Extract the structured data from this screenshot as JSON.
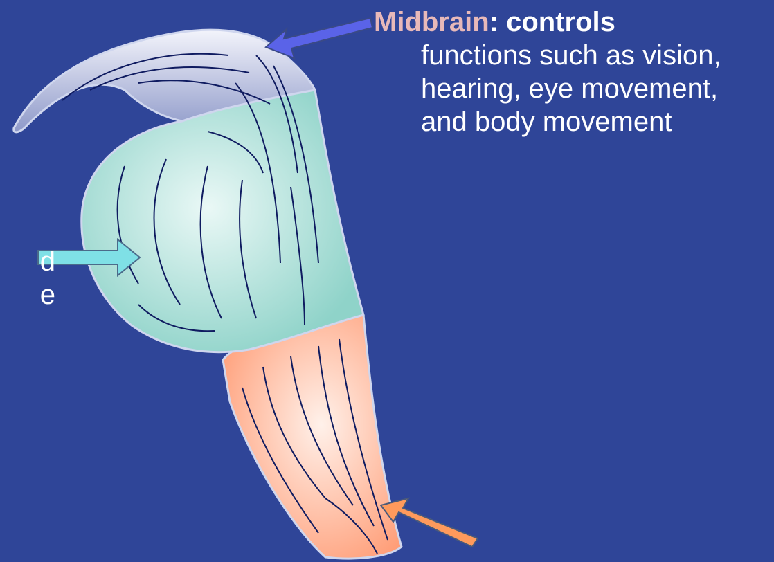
{
  "midbrain": {
    "term": "Midbrain",
    "heading_rest": ": controls",
    "description": "functions such as vision, hearing, eye movement, and body movement"
  },
  "left_partial": {
    "line1": "d",
    "line2": "e"
  },
  "colors": {
    "background": "#2f4598",
    "midbrain_term": "#e8b9b9",
    "cerebellum_fill": "#8fd3c9",
    "midbrain_fill": "#9aa6cf",
    "medulla_fill": "#ff9f7a",
    "arrow_midbrain": "#5a63e8",
    "arrow_pons": "#7fe0e6",
    "arrow_medulla": "#ff9a5c"
  }
}
